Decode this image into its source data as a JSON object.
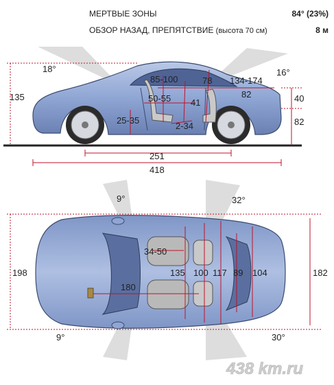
{
  "header": {
    "blind_spots_label": "МЕРТВЫЕ ЗОНЫ",
    "blind_spots_value": "84° (23%)",
    "rear_view_label": "ОБЗОР НАЗАД, ПРЕПЯТСТВИЕ",
    "rear_view_note": "(высота 70 см)",
    "rear_view_value": "8 м"
  },
  "side_view": {
    "front_angle": "18°",
    "rear_angle": "16°",
    "height": "135",
    "headroom_front": "85-100",
    "headroom_rear": "78",
    "legroom": "134-174",
    "seat_depth": "50-55",
    "rear_depth": "41",
    "trunk_depth": "82",
    "seat_height": "25-35",
    "rear_seat_height": "2-34",
    "trunk_height_upper": "40",
    "trunk_height_lower": "82",
    "wheelbase": "251",
    "length": "418"
  },
  "top_view": {
    "front_left_angle": "9°",
    "rear_right_angle": "32°",
    "front_left_bottom_angle": "9°",
    "rear_right_bottom_angle": "30°",
    "width_mirrors": "198",
    "seat_width": "34-50",
    "width_front_interior": "180",
    "shoulder_front": "135",
    "dim_100": "100",
    "dim_117": "117",
    "dim_89": "89",
    "dim_104": "104",
    "width_body": "182"
  },
  "watermark": "438 km.ru",
  "colors": {
    "dimension_red": "#c0122a",
    "car_blue": "#8fa6d4",
    "glass": "#6f84b3",
    "shade": "#b8b8b8"
  }
}
